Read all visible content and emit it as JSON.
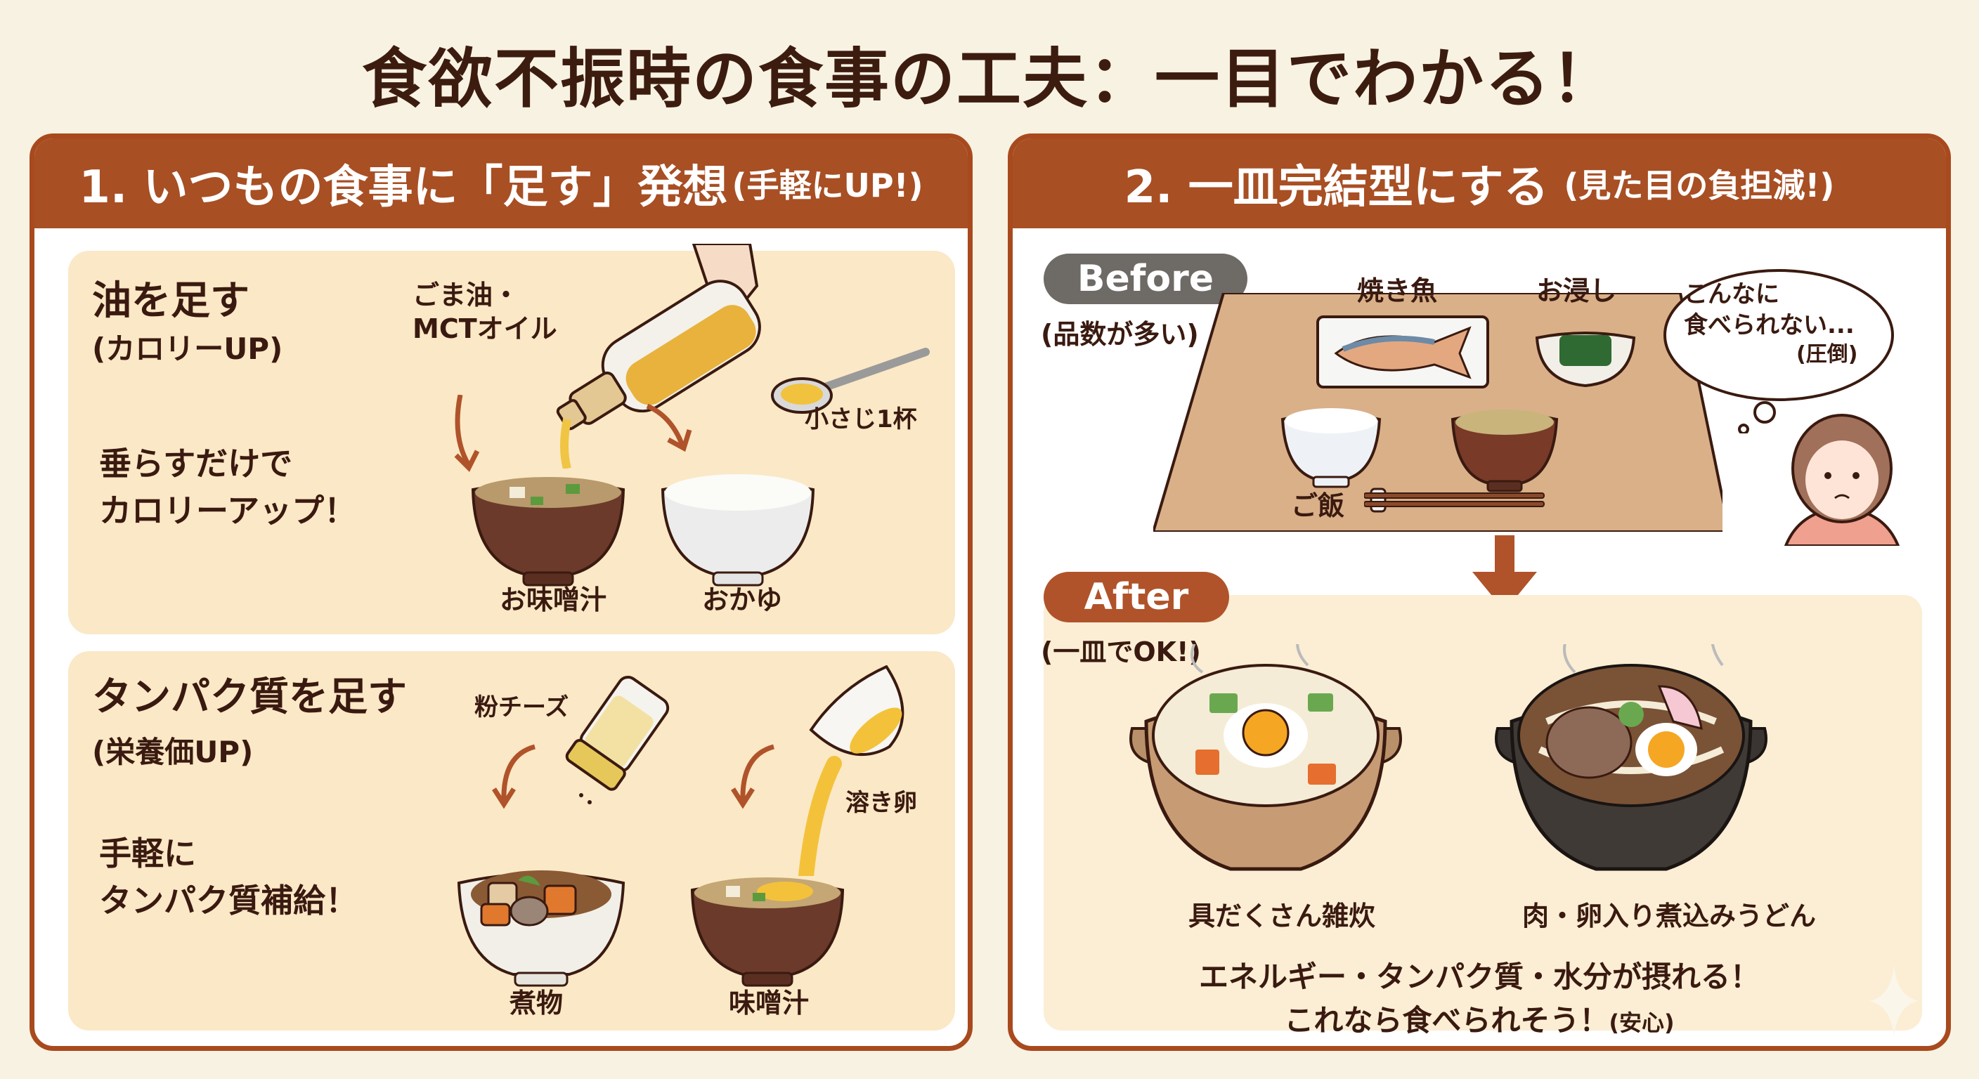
{
  "title": "食欲不振時の食事の工夫：一目でわかる！",
  "colors": {
    "background": "#f8f2e2",
    "accent_brown": "#a84f24",
    "text_dark": "#3a1a10",
    "card_bg": "#fbe8c6",
    "before_badge": "#6e6a66",
    "after_badge": "#b0532a"
  },
  "left_panel": {
    "header_main": "1. いつもの食事に「足す」発想",
    "header_sub": "(手軽にUP!)",
    "cards": [
      {
        "title": "油を足す",
        "subtitle": "(カロリーUP)",
        "body_line1": "垂らすだけで",
        "body_line2": "カロリーアップ！",
        "ingredient_label_line1": "ごま油・",
        "ingredient_label_line2": "MCTオイル",
        "amount_label": "小さじ1杯",
        "dishes": [
          "お味噌汁",
          "おかゆ"
        ],
        "icons": [
          "oil-bottle-icon",
          "spoon-icon",
          "miso-soup-bowl-icon",
          "rice-porridge-bowl-icon"
        ]
      },
      {
        "title": "タンパク質を足す",
        "subtitle": "(栄養価UP)",
        "body_line1": "手軽に",
        "body_line2": "タンパク質補給！",
        "ingredient_label_1": "粉チーズ",
        "ingredient_label_2": "溶き卵",
        "dishes": [
          "煮物",
          "味噌汁"
        ],
        "icons": [
          "cheese-shaker-icon",
          "egg-bowl-icon",
          "nimono-bowl-icon",
          "miso-soup-bowl-icon"
        ]
      }
    ]
  },
  "right_panel": {
    "header_main": "2. 一皿完結型にする",
    "header_sub": "(見た目の負担減!)",
    "before": {
      "badge": "Before",
      "caption": "(品数が多い)",
      "items": [
        "焼き魚",
        "お浸し",
        "ご飯"
      ],
      "thought_line1": "こんなに",
      "thought_line2": "食べられない...",
      "thought_line3": "(圧倒)"
    },
    "after": {
      "badge": "After",
      "caption": "(一皿でOK!)",
      "dishes": [
        "具だくさん雑炊",
        "肉・卵入り煮込みうどん"
      ],
      "summary_line1": "エネルギー・タンパク質・水分が摂れる！",
      "summary_line2": "これなら食べられそう！",
      "summary_note": "(安心)"
    }
  }
}
